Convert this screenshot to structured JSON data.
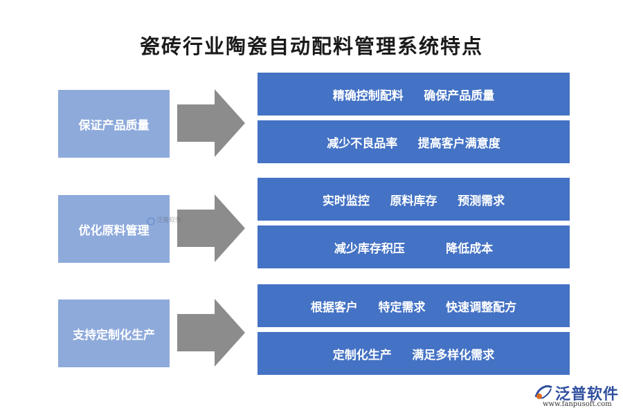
{
  "title": "瓷砖行业陶瓷自动配料管理系统特点",
  "groups": [
    {
      "label": "保证产品质量",
      "items": [
        "精确控制配料     确保产品质量",
        "减少不良品率     提高客户满意度"
      ]
    },
    {
      "label": "优化原料管理",
      "items": [
        "实时监控     原料库存     预测需求",
        "减少库存积压          降低成本"
      ]
    },
    {
      "label": "支持定制化生产",
      "items": [
        "根据客户     特定需求     快速调整配方",
        "定制化生产     满足多样化需求"
      ]
    }
  ],
  "watermark": "泛普软件",
  "logo": {
    "name": "泛普软件",
    "url": "www.fanpusoft.com"
  },
  "colors": {
    "left_box": "#8eaadb",
    "right_box": "#4472c4",
    "arrow": "#8c8c8c",
    "logo": "#2f4f9e"
  }
}
